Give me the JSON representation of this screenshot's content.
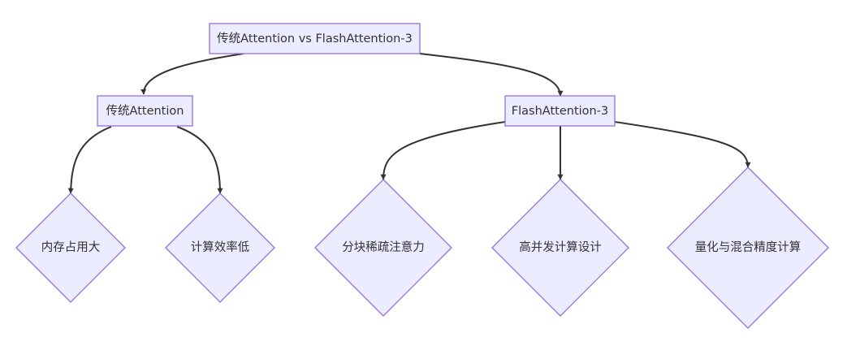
{
  "diagram": {
    "type": "flowchart",
    "colors": {
      "node_fill": "#ECECFF",
      "node_stroke": "#9370DB",
      "edge": "#333333",
      "text": "#333333"
    },
    "nodes": {
      "root": {
        "label": "传统Attention vs FlashAttention-3",
        "shape": "rectangle"
      },
      "traditional": {
        "label": "传统Attention",
        "shape": "rectangle"
      },
      "flash": {
        "label": "FlashAttention-3",
        "shape": "rectangle"
      },
      "memory": {
        "label": "内存占用大",
        "shape": "diamond"
      },
      "efficiency": {
        "label": "计算效率低",
        "shape": "diamond"
      },
      "sparse": {
        "label": "分块稀疏注意力",
        "shape": "diamond"
      },
      "concurrent": {
        "label": "高并发计算设计",
        "shape": "diamond"
      },
      "precision": {
        "label": "量化与混合精度计算",
        "shape": "diamond"
      }
    },
    "edges": [
      {
        "from": "root",
        "to": "traditional"
      },
      {
        "from": "root",
        "to": "flash"
      },
      {
        "from": "traditional",
        "to": "memory"
      },
      {
        "from": "traditional",
        "to": "efficiency"
      },
      {
        "from": "flash",
        "to": "sparse"
      },
      {
        "from": "flash",
        "to": "concurrent"
      },
      {
        "from": "flash",
        "to": "precision"
      }
    ]
  }
}
